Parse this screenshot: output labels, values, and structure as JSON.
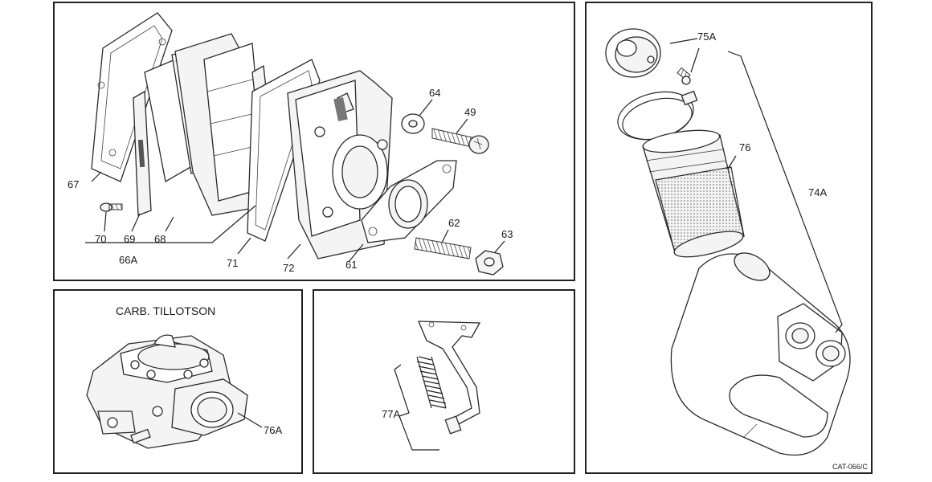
{
  "panels": {
    "top": {
      "labels": {
        "l67": "67",
        "l70": "70",
        "l69": "69",
        "l68": "68",
        "l66a": "66A",
        "l71": "71",
        "l72": "72",
        "l61": "61",
        "l64": "64",
        "l49": "49",
        "l62": "62",
        "l63": "63"
      }
    },
    "carb": {
      "title": "CARB. TILLOTSON",
      "labels": {
        "l76a": "76A"
      }
    },
    "spring": {
      "labels": {
        "l77a": "77A"
      }
    },
    "filter": {
      "labels": {
        "l75a": "75A",
        "l76": "76",
        "l74a": "74A"
      },
      "code": "CAT-066/C"
    }
  }
}
